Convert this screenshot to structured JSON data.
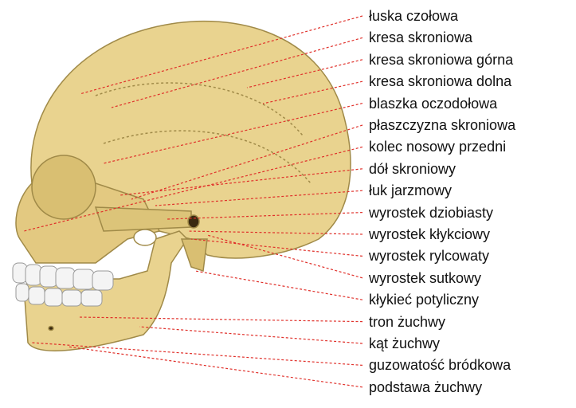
{
  "colors": {
    "bone": "#e9d38f",
    "bone_shadow": "#d9bf72",
    "outline": "#a08a48",
    "leader": "#e0302a",
    "teeth": "#f4f4f4"
  },
  "labels": [
    "łuska czołowa",
    "kresa skroniowa",
    "kresa skroniowa górna",
    "kresa skroniowa dolna",
    "blaszka oczodołowa",
    "płaszczyzna skroniowa",
    "kolec nosowy przedni",
    "dół skroniowy",
    "łuk jarzmowy",
    "wyrostek dziobiasty",
    "wyrostek kłykciowy",
    "wyrostek rylcowaty",
    "wyrostek sutkowy",
    "kłykieć potyliczny",
    "tron żuchwy",
    "kąt żuchwy",
    "guzowatość bródkowa",
    "podstawa żuchwy"
  ]
}
